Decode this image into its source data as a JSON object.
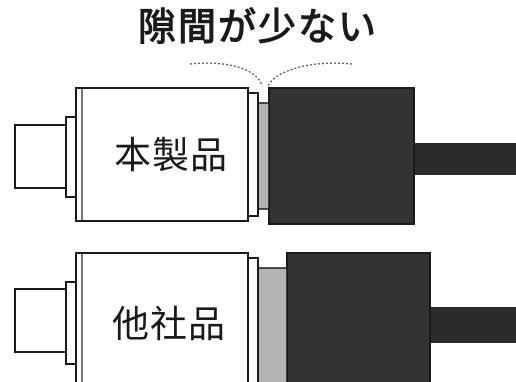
{
  "headline": "隙間が少ない",
  "rows": [
    {
      "label": "本製品"
    },
    {
      "label": "他社品"
    }
  ],
  "colors": {
    "outline": "#1a1a1a",
    "plug_fill": "#ffffff",
    "gap_fill": "#b3b3b3",
    "connector_fill": "#333333",
    "cable_fill": "#2b2b2b"
  }
}
